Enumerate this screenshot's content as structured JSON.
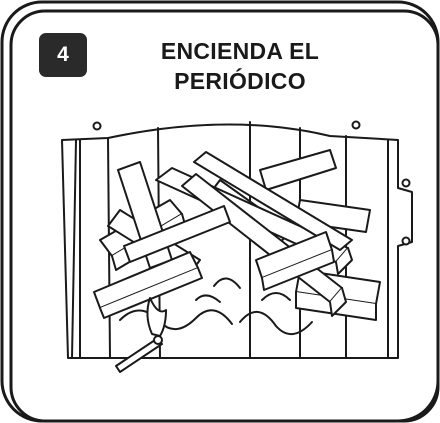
{
  "step": {
    "number": "4",
    "title_line1": "ENCIENDA EL",
    "title_line2": "PERIÓDICO"
  },
  "illustration": {
    "subject": "logs-and-lit-match-in-firebox",
    "stroke_color": "#1a1a1a",
    "fill_color": "#ffffff",
    "badge_color": "#2a2a2a"
  }
}
